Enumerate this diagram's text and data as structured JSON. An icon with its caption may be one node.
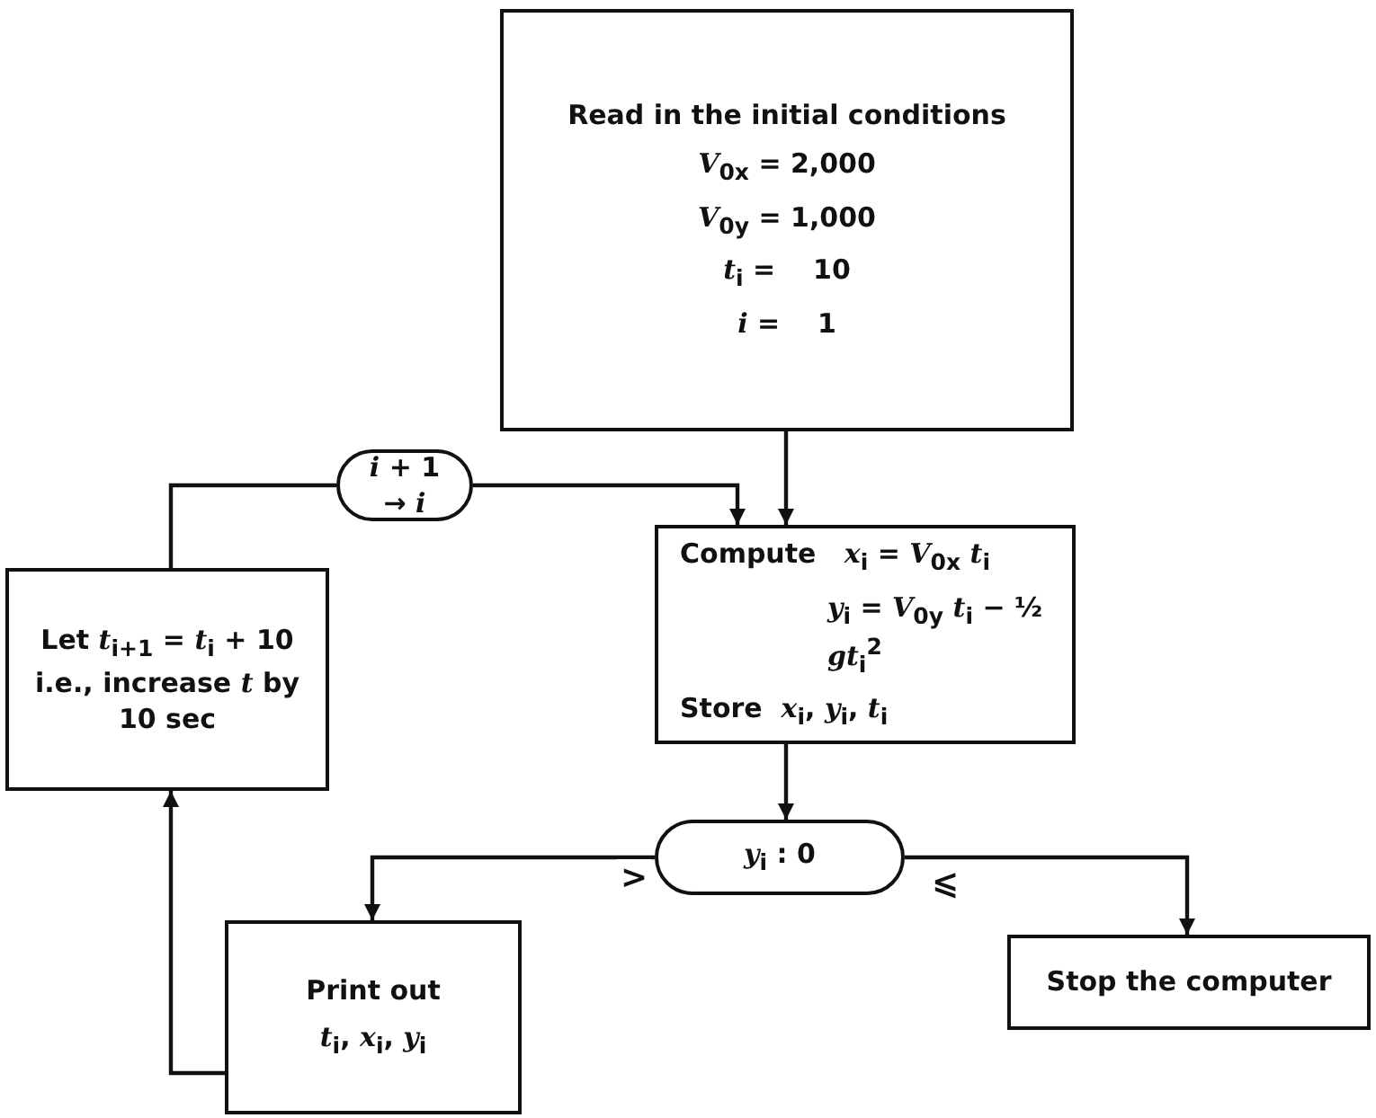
{
  "diagram": {
    "nodes": [
      {
        "text": [
          "Read in the initial conditions",
          "*V*$_{0x}$ = 2,000",
          "*V*$_{0y}$ = 1,000",
          "*t*$_{i}$ =    10",
          "*i* =    1"
        ]
      },
      {
        "text": [
          "*i* + 1 → *i*"
        ]
      },
      {
        "text": [
          "Compute   *x*$_{i}$ = *V*$_{0x}$ *t*$_{i}$",
          "*y*$_{i}$ = *V*$_{0y}$ *t*$_{i}$ − ½ *gt*$_{i}$$^{2}$",
          "Store  *x*$_{i}$, *y*$_{i}$, *t*$_{i}$"
        ]
      },
      {
        "text": [
          "Let *t*$_{i+1}$ = *t*$_{i}$ + 10 i.e., increase *t* by 10 sec"
        ]
      },
      {
        "text": [
          "*y*$_{i}$ : 0"
        ]
      },
      {
        "text": [
          "Print out",
          "*t*$_{i}$, *x*$_{i}$, *y*$_{i}$"
        ]
      },
      {
        "text": [
          "Stop the computer"
        ]
      }
    ],
    "edges": [
      {
        "from": 0,
        "to": 2,
        "arrow": "to"
      },
      {
        "from": 1,
        "to": 2,
        "arrow": "to"
      },
      {
        "from": 2,
        "to": 4,
        "arrow": "to"
      },
      {
        "from": 4,
        "to": 5,
        "arrow": "to",
        "label": ">"
      },
      {
        "from": 4,
        "to": 6,
        "arrow": "to",
        "label": "⩽"
      },
      {
        "from": 5,
        "to": 3,
        "arrow": "to"
      },
      {
        "from": 3,
        "to": 1,
        "arrow": "none"
      }
    ]
  }
}
